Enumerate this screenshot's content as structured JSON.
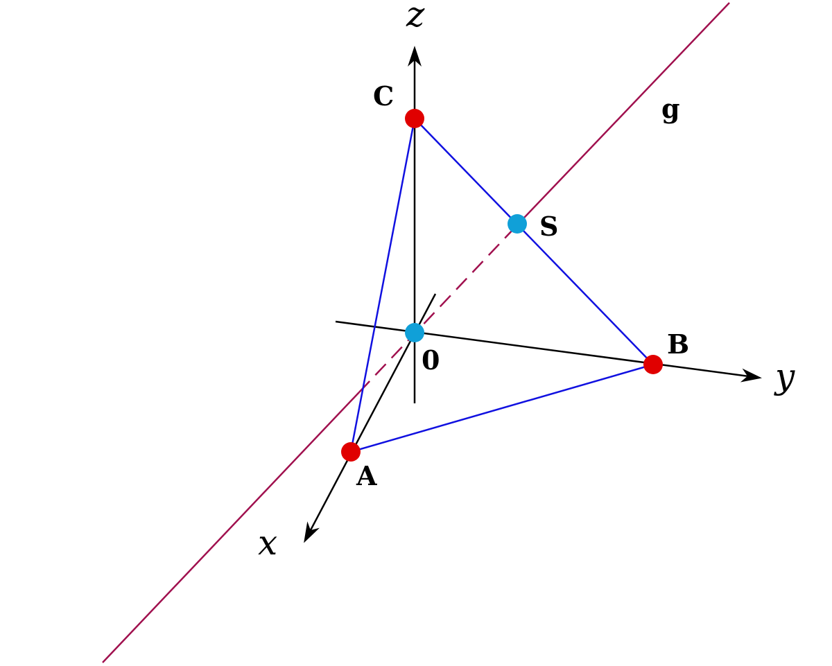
{
  "colors": {
    "axis": "#000000",
    "triangle": "#1010e0",
    "line_g": "#a0104e",
    "vertex_point": "#e00000",
    "special_point": "#10a0d8"
  },
  "axes": {
    "x_label": "x",
    "y_label": "y",
    "z_label": "z"
  },
  "points": {
    "A": "A",
    "B": "B",
    "C": "C",
    "S": "S",
    "origin": "0"
  },
  "line": {
    "label": "g"
  }
}
